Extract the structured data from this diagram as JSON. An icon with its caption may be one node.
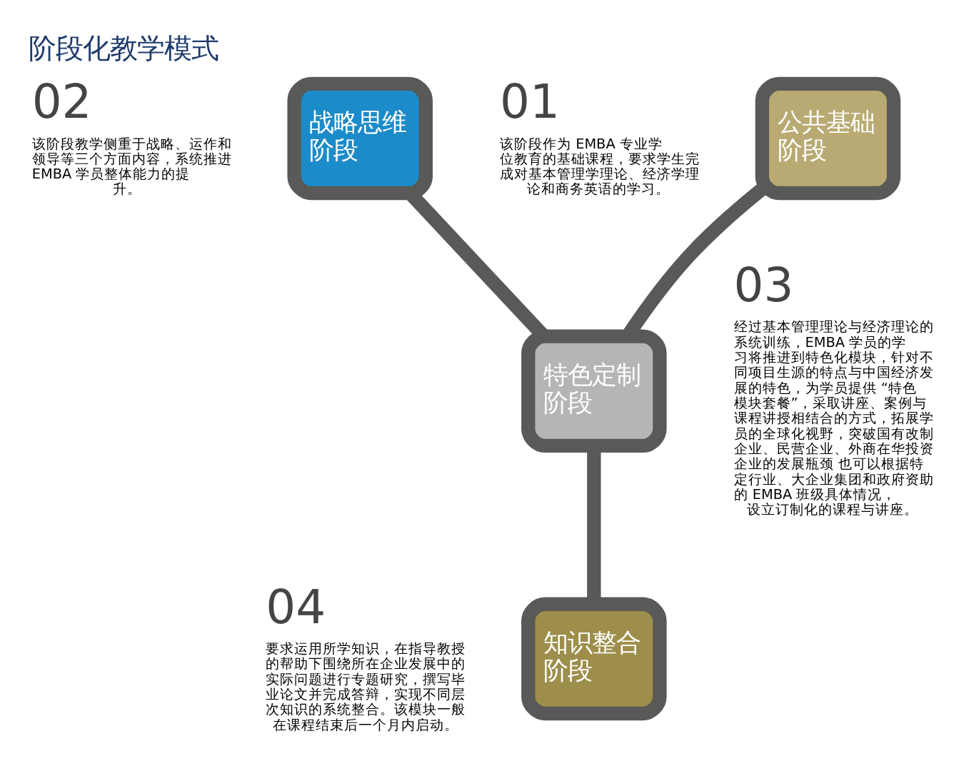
{
  "diagram": {
    "title": "阶段化教学模式",
    "nodes": [
      {
        "text": [
          "公共基础阶段"
        ],
        "beside": [
          "01",
          "该阶段作为 EMBA 专业学位教育的基础课程，要求学生完成对基本管理学理论、经济学理论和商务英语的学习。"
        ]
      },
      {
        "text": [
          "战略思维阶段"
        ],
        "beside": [
          "02",
          "该阶段教学侧重于战略、运作和领导等三个方面内容，系统推进 EMBA 学员整体能力的提升。"
        ]
      },
      {
        "text": [
          "特色定制阶段"
        ],
        "beside": [
          "03",
          "经过基本管理理论与经济理论的系统训练，EMBA 学员的学习将推进到特色化模块，针对不同项目生源的特点与中国经济发展的特色，为学员提供 “特色模块套餐”，采取讲座、案例与课程讲授相结合的方式，拓展学员的全球化视野，突破国有改制企业、民营企业、外商在华投资企业的发展瓶颈 也可以根据特定行业、大企业集团和政府资助的 EMBA 班级具体情况，设立订制化的课程与讲座。"
        ]
      },
      {
        "text": [
          "知识整合阶段"
        ],
        "beside": [
          "04",
          "要求运用所学知识，在指导教授的帮助下围绕所在企业发展中的实际问题进行专题研究，撰写毕业论文并完成答辩，实现不同层次知识的系统整合。该模块一般在课程结束后一个月内启动。"
        ]
      }
    ],
    "edges": [
      {
        "from": 0,
        "to": 2,
        "arrow": "none"
      },
      {
        "from": 1,
        "to": 2,
        "arrow": "none"
      },
      {
        "from": 2,
        "to": 3,
        "arrow": "none"
      }
    ]
  }
}
